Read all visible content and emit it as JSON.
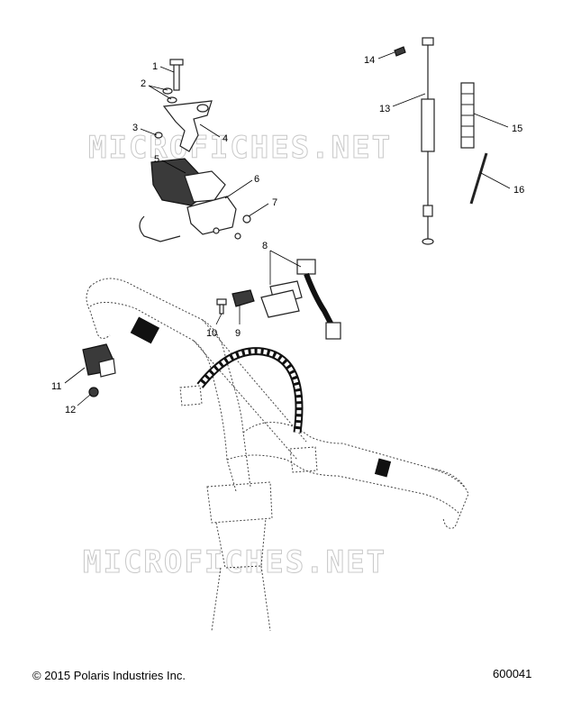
{
  "watermark": "MICROFICHES.NET",
  "footer": {
    "copyright": "© 2015 Polaris Industries Inc.",
    "diagram_id": "600041"
  },
  "callouts": [
    "1",
    "2",
    "3",
    "4",
    "5",
    "6",
    "7",
    "8",
    "9",
    "10",
    "11",
    "12",
    "13",
    "14",
    "15",
    "16"
  ]
}
